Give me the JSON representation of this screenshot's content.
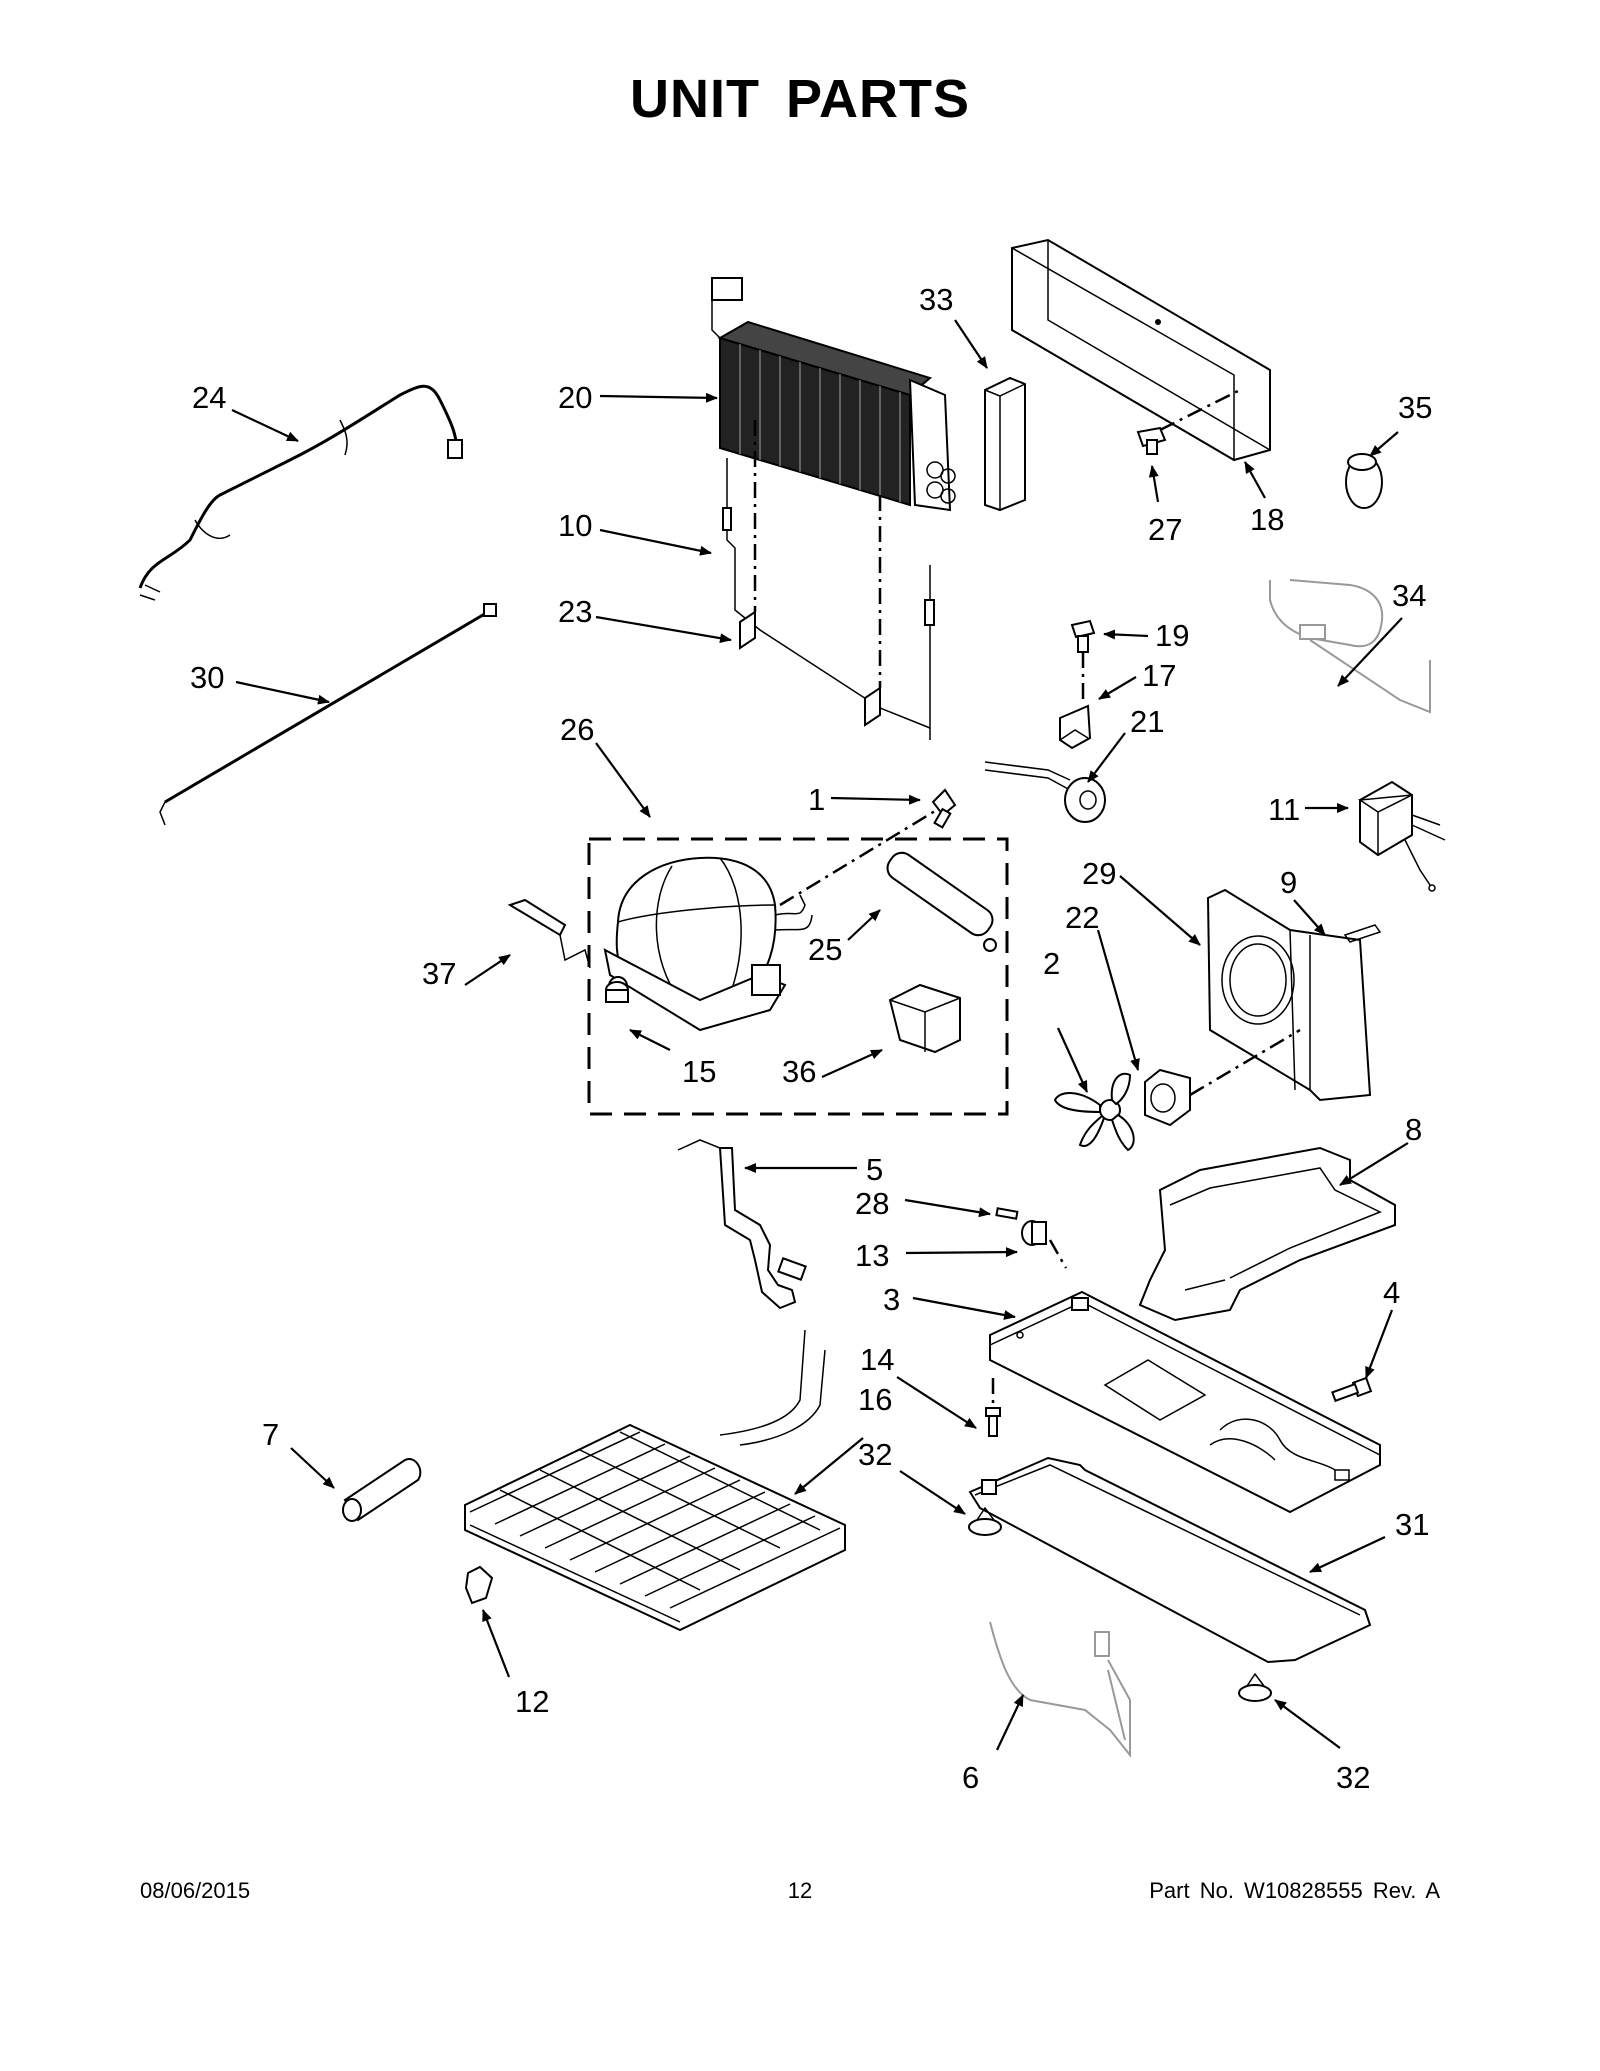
{
  "page": {
    "title": "UNIT  PARTS",
    "date": "08/06/2015",
    "page_number": "12",
    "part_number": "Part No.  W10828555  Rev.  A"
  },
  "callouts": {
    "c1": "1",
    "c2": "2",
    "c3": "3",
    "c4": "4",
    "c5": "5",
    "c6": "6",
    "c7": "7",
    "c8": "8",
    "c9": "9",
    "c10": "10",
    "c11": "11",
    "c12": "12",
    "c13": "13",
    "c14": "14",
    "c15": "15",
    "c16": "16",
    "c17": "17",
    "c18": "18",
    "c19": "19",
    "c20": "20",
    "c21": "21",
    "c22": "22",
    "c23": "23",
    "c24": "24",
    "c25": "25",
    "c26": "26",
    "c27": "27",
    "c28": "28",
    "c29": "29",
    "c30": "30",
    "c31": "31",
    "c32a": "32",
    "c32b": "32",
    "c33": "33",
    "c34": "34",
    "c35": "35",
    "c36": "36",
    "c37": "37"
  }
}
